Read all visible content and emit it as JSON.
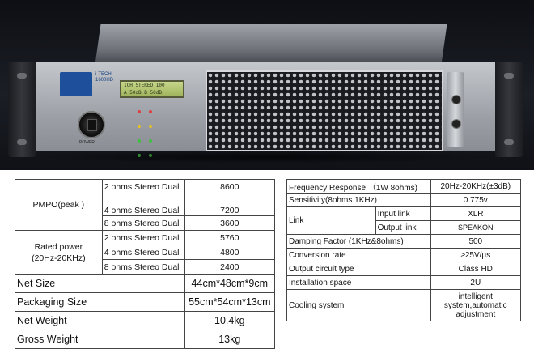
{
  "product_photo": {
    "lcd_line1": "1CH  STEREO 100",
    "lcd_line2": "A 50dB  B 50dB",
    "power_label": "POWER",
    "brand_line1": "i-TECH",
    "brand_line2": "1600HD",
    "led_colors": [
      "#e04040",
      "#e8c020",
      "#40c040",
      "#40c040"
    ]
  },
  "spec_left": {
    "pmpo_label": "PMPO(peak )",
    "pmpo_rows": [
      {
        "config": "2 ohms Stereo Dual",
        "value": "8600"
      },
      {
        "config": "4 ohms Stereo Dual",
        "value": "7200"
      },
      {
        "config": "8 ohms Stereo Dual",
        "value": "3600"
      }
    ],
    "rated_label": "Rated power\n(20Hz-20KHz)",
    "rated_rows": [
      {
        "config": "2 ohms Stereo Dual",
        "value": "5760"
      },
      {
        "config": "4 ohms Stereo Dual",
        "value": "4800"
      },
      {
        "config": "8 ohms Stereo Dual",
        "value": "2400"
      }
    ],
    "general_rows": [
      {
        "label": "Net Size",
        "value": "44cm*48cm*9cm"
      },
      {
        "label": "Packaging Size",
        "value": "55cm*54cm*13cm"
      },
      {
        "label": "Net Weight",
        "value": "10.4kg"
      },
      {
        "label": "Gross Weight",
        "value": "13kg"
      }
    ]
  },
  "spec_right": {
    "frequency_label": "Frequency Response （1W 8ohms)",
    "frequency_value": "20Hz-20KHz(±3dB)",
    "sensitivity_label": "Sensitivity(8ohms 1KHz)",
    "sensitivity_value": "0.775v",
    "link_label": "Link",
    "input_link_label": "Input link",
    "input_link_value": "XLR",
    "output_link_label": "Output link",
    "output_link_value": "SPEAKON",
    "damping_label": "Damping Factor (1KHz&8ohms)",
    "damping_value": "500",
    "conversion_label": "Conversion rate",
    "conversion_value": "≥25V/μs",
    "circuit_label": "Output circuit type",
    "circuit_value": "Class HD",
    "installation_label": "Installation space",
    "installation_value": "2U",
    "cooling_label": "Cooling system",
    "cooling_value": "intelligent system,automatic adjustment"
  }
}
